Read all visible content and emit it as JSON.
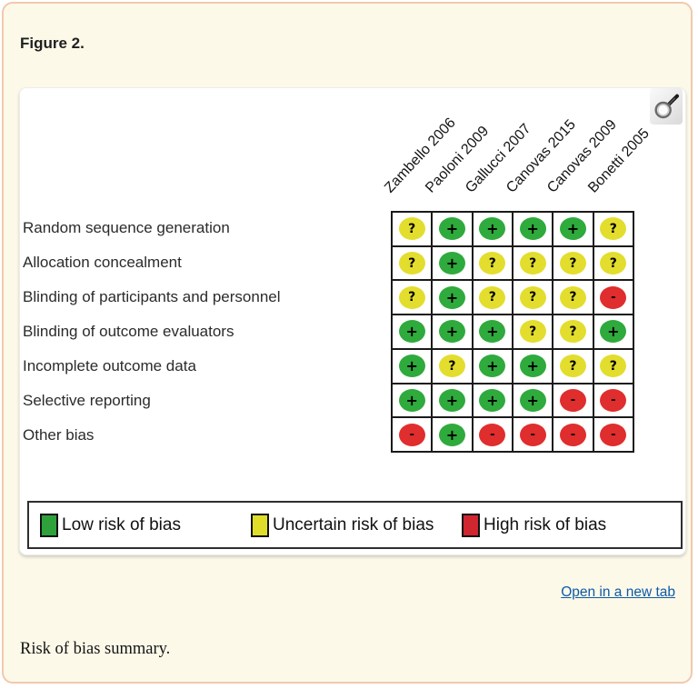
{
  "page": {
    "figure_label": "Figure 2.",
    "caption": "Risk of bias summary.",
    "open_in_new_tab": "Open in a new tab",
    "background_color": "#fdf9e9",
    "border_color": "#f2c8ad",
    "link_color": "#0d5aa7"
  },
  "icons": {
    "zoom": "magnifier-icon"
  },
  "chart_data": {
    "type": "heatmap",
    "title": "Risk of bias summary",
    "columns": [
      "Zambello 2006",
      "Paoloni 2009",
      "Gallucci 2007",
      "Canovas 2015",
      "Canovas 2009",
      "Bonetti 2005"
    ],
    "rows": [
      "Random sequence generation",
      "Allocation concealment",
      "Blinding of participants and personnel",
      "Blinding of outcome evaluators",
      "Incomplete outcome data",
      "Selective reporting",
      "Other bias"
    ],
    "values": [
      [
        "unclear",
        "low",
        "low",
        "low",
        "low",
        "unclear"
      ],
      [
        "unclear",
        "low",
        "unclear",
        "unclear",
        "unclear",
        "unclear"
      ],
      [
        "unclear",
        "low",
        "unclear",
        "unclear",
        "unclear",
        "high"
      ],
      [
        "low",
        "low",
        "low",
        "unclear",
        "unclear",
        "low"
      ],
      [
        "low",
        "unclear",
        "low",
        "low",
        "unclear",
        "unclear"
      ],
      [
        "low",
        "low",
        "low",
        "low",
        "high",
        "high"
      ],
      [
        "high",
        "low",
        "high",
        "high",
        "high",
        "high"
      ]
    ],
    "symbols": {
      "low": "+",
      "unclear": "?",
      "high": "-"
    },
    "colors": {
      "low": "#2faa3c",
      "unclear": "#e3dd2e",
      "high": "#e02d2d"
    },
    "legend": [
      {
        "key": "low",
        "label": "Low risk of bias",
        "color": "#2ea13b"
      },
      {
        "key": "unclear",
        "label": "Uncertain risk of bias",
        "color": "#dfdc2a"
      },
      {
        "key": "high",
        "label": "High risk of bias",
        "color": "#cf2630"
      }
    ],
    "legend_position": "bottom",
    "grid": "on"
  }
}
